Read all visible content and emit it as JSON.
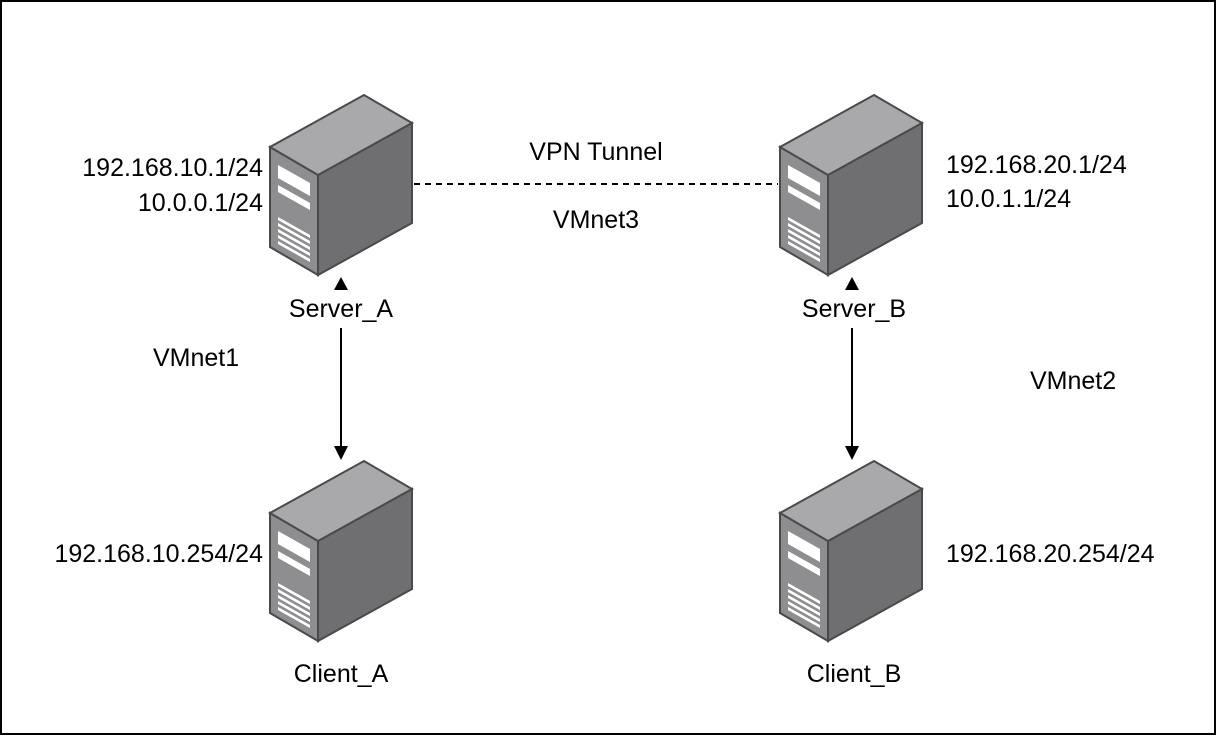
{
  "nodes": {
    "server_a": {
      "name": "Server_A",
      "ip_lines": [
        "192.168.10.1/24",
        "10.0.0.1/24"
      ],
      "icon": "server-icon"
    },
    "server_b": {
      "name": "Server_B",
      "ip_lines": [
        "192.168.20.1/24",
        "10.0.1.1/24"
      ],
      "icon": "server-icon"
    },
    "client_a": {
      "name": "Client_A",
      "ip_lines": [
        "192.168.10.254/24"
      ],
      "icon": "server-icon"
    },
    "client_b": {
      "name": "Client_B",
      "ip_lines": [
        "192.168.20.254/24"
      ],
      "icon": "server-icon"
    }
  },
  "links": {
    "vpn": {
      "label": "VPN Tunnel",
      "network": "VMnet3",
      "from": "Server_A",
      "to": "Server_B",
      "style": "dashed"
    },
    "a_side": {
      "network": "VMnet1",
      "from": "Server_A",
      "to": "Client_A",
      "style": "solid-bidirectional-arrow"
    },
    "b_side": {
      "network": "VMnet2",
      "from": "Server_B",
      "to": "Client_B",
      "style": "solid-bidirectional-arrow"
    }
  },
  "colors": {
    "text": "#000000",
    "line": "#000000",
    "device_top": "#a9a9ab",
    "device_front": "#8e8e90",
    "device_side": "#6f6f71",
    "device_outline": "#4a4a4c",
    "panel_white": "#ffffff"
  }
}
